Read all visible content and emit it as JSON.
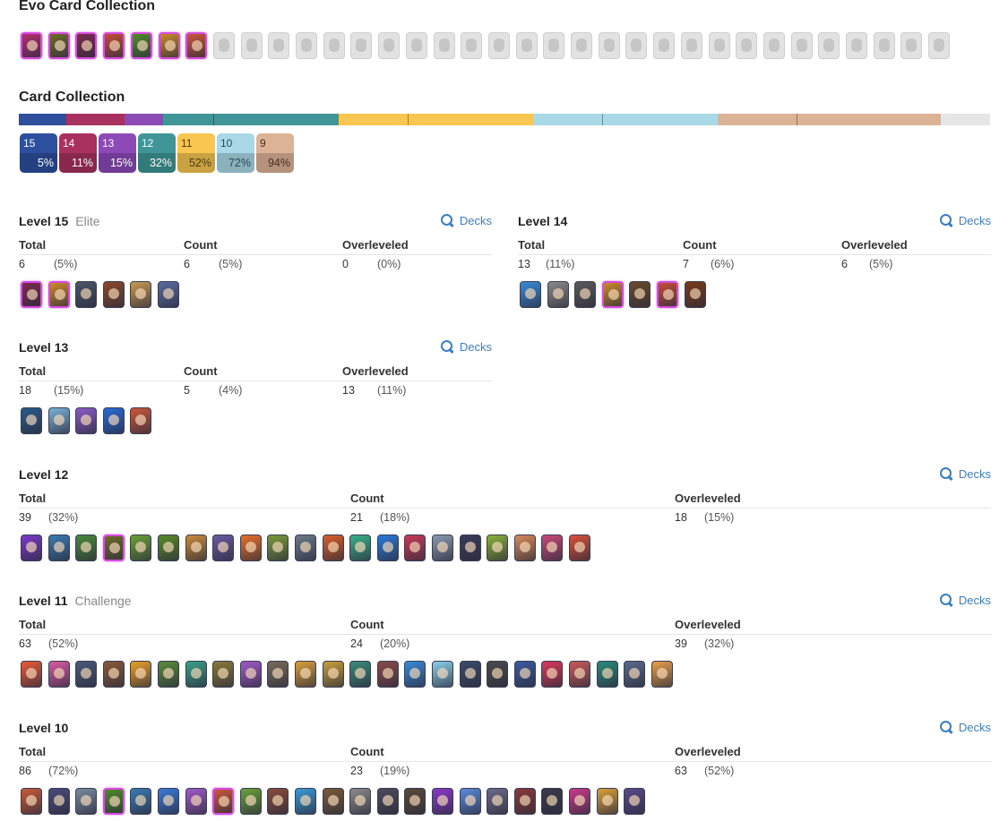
{
  "evo_title": "Evo Card Collection",
  "evo_cards": {
    "owned": [
      "#b2306e",
      "#6e6a2a",
      "#7a2b4e",
      "#c44d3a",
      "#4f8a2c",
      "#c98a2b",
      "#c9573b"
    ],
    "locked_count": 27
  },
  "collection_title": "Card Collection",
  "collection_bar": [
    {
      "level": "15",
      "color": "#2e4f9e",
      "parts": [
        53
      ]
    },
    {
      "level": "14",
      "color": "#a8315f",
      "parts": [
        65
      ]
    },
    {
      "level": "13",
      "color": "#8c4ab7",
      "parts": [
        43
      ]
    },
    {
      "level": "12",
      "color": "#3f9597",
      "parts": [
        56,
        140
      ]
    },
    {
      "level": "11",
      "color": "#f8c651",
      "parts": [
        77,
        140
      ]
    },
    {
      "level": "10",
      "color": "#a9d8e6",
      "parts": [
        77,
        129
      ]
    },
    {
      "level": "9",
      "color": "#dcb396",
      "parts": [
        88,
        161
      ]
    },
    {
      "level": "rest",
      "color": "#e6e6e6",
      "parts": [
        55
      ]
    }
  ],
  "level_tiles": [
    {
      "level": "15",
      "pct": "5%",
      "color": "#2e4f9e",
      "text": "#ffffff"
    },
    {
      "level": "14",
      "pct": "11%",
      "color": "#a8315f",
      "text": "#ffffff"
    },
    {
      "level": "13",
      "pct": "15%",
      "color": "#8c4ab7",
      "text": "#ffffff"
    },
    {
      "level": "12",
      "pct": "32%",
      "color": "#3f9597",
      "text": "#ffffff"
    },
    {
      "level": "11",
      "pct": "52%",
      "color": "#f8c651",
      "text": "#4a3a10"
    },
    {
      "level": "10",
      "pct": "72%",
      "color": "#a9d8e6",
      "text": "#2a4a5a"
    },
    {
      "level": "9",
      "pct": "94%",
      "color": "#dcb396",
      "text": "#4a3020"
    }
  ],
  "col_labels": {
    "total": "Total",
    "count": "Count",
    "overleveled": "Overleveled"
  },
  "decks_label": "Decks",
  "levels": {
    "l15": {
      "title": "Level 15",
      "sub": "Elite",
      "total": "6",
      "total_pct": "(5%)",
      "count": "6",
      "count_pct": "(5%)",
      "over": "0",
      "over_pct": "(0%)",
      "cards": [
        "e:#7a2b4e",
        "e:#c98a2b",
        "n:#4a5568",
        "n:#8a4a2a",
        "n:#c79a52",
        "n:#5a6aa0"
      ]
    },
    "l14": {
      "title": "Level 14",
      "sub": "",
      "total": "13",
      "total_pct": "(11%)",
      "count": "7",
      "count_pct": "(6%)",
      "over": "6",
      "over_pct": "(5%)",
      "cards": [
        "n:#3a8ad8",
        "n:#8a8a8a",
        "n:#5a5a5a",
        "e:#c98a2b",
        "n:#6a4a2a",
        "e:#c44d3a",
        "n:#7a3a1a"
      ]
    },
    "l13": {
      "title": "Level 13",
      "sub": "",
      "total": "18",
      "total_pct": "(15%)",
      "count": "5",
      "count_pct": "(4%)",
      "over": "13",
      "over_pct": "(11%)",
      "cards": [
        "n:#2a5a8a",
        "n:#7ab0d8",
        "n:#8a5ac8",
        "n:#2a6ad8",
        "n:#c9573b"
      ]
    },
    "l12": {
      "title": "Level 12",
      "sub": "",
      "total": "39",
      "total_pct": "(32%)",
      "count": "21",
      "count_pct": "(18%)",
      "over": "18",
      "over_pct": "(15%)",
      "cards": [
        "n:#7a3ac8",
        "n:#3a7ab0",
        "n:#4a8a3a",
        "e:#6e6a2a",
        "n:#6aa03a",
        "n:#5a8a2a",
        "n:#c98a3a",
        "n:#6a5aa0",
        "n:#e8702a",
        "n:#7a9a3a",
        "n:#6a7a8a",
        "n:#d8602a",
        "n:#3ab08a",
        "n:#2a7ad8",
        "n:#c83a5a",
        "n:#8a9ab0",
        "n:#3a3a5a",
        "n:#8ab03a",
        "n:#d88a5a",
        "n:#c84a7a",
        "n:#d8503a"
      ]
    },
    "l11": {
      "title": "Level 11",
      "sub": "Challenge",
      "total": "63",
      "total_pct": "(52%)",
      "count": "24",
      "count_pct": "(20%)",
      "over": "39",
      "over_pct": "(32%)",
      "cards": [
        "n:#e85a3a",
        "n:#d85aa0",
        "n:#4a5a7a",
        "n:#8a5a3a",
        "n:#e8a02a",
        "n:#5a8a3a",
        "n:#3aa08a",
        "n:#8a7a3a",
        "n:#a05ac8",
        "n:#7a6a5a",
        "n:#d8a03a",
        "n:#c8a03a",
        "n:#3a8a7a",
        "n:#8a4a4a",
        "n:#3a8ad8",
        "n:#8ad0e8",
        "n:#3a4a6a",
        "n:#4a4a4a",
        "n:#3a5aa0",
        "n:#d83a5a",
        "n:#c85a5a",
        "n:#2a8a7a",
        "n:#5a6a8a",
        "n:#e8a04a"
      ]
    },
    "l10": {
      "title": "Level 10",
      "sub": "",
      "total": "86",
      "total_pct": "(72%)",
      "count": "23",
      "count_pct": "(19%)",
      "over": "63",
      "over_pct": "(52%)",
      "cards": [
        "n:#c85a3a",
        "n:#4a4a7a",
        "n:#7a8aa0",
        "e:#4f8a2c",
        "n:#3a7ab0",
        "n:#3a7ad8",
        "n:#a05ac8",
        "e:#c9573b",
        "n:#6aa03a",
        "n:#8a4a3a",
        "n:#3a9ad8",
        "n:#7a5a3a",
        "n:#8a8a8a",
        "n:#4a4a5a",
        "n:#5a4a3a",
        "n:#8a3ac8",
        "n:#5a8ad8",
        "n:#6a6a8a",
        "n:#8a3a3a",
        "n:#3a3a4a",
        "n:#c83a8a",
        "n:#d8a03a",
        "n:#5a4a8a"
      ]
    }
  }
}
